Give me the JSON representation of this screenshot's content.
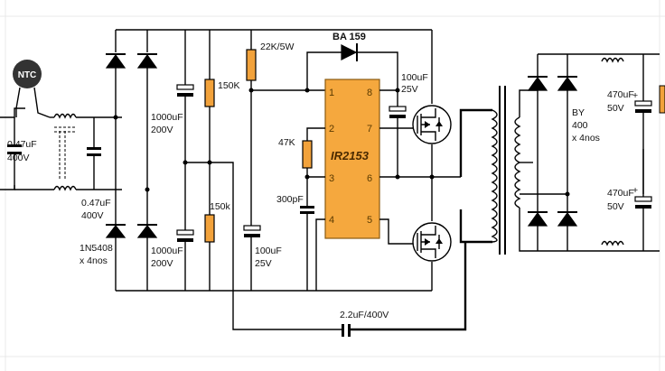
{
  "ntc": {
    "label": "NTC"
  },
  "cap_input": {
    "value": "0.47uF",
    "voltage": "400V"
  },
  "cap_filter": {
    "value": "0.47uF",
    "voltage": "400V"
  },
  "bridge_rectifier": {
    "part": "1N5408",
    "qty": "x 4nos"
  },
  "cap_top_bulk": {
    "value": "1000uF",
    "voltage": "200V"
  },
  "cap_bottom_bulk": {
    "value": "1000uF",
    "voltage": "200V"
  },
  "res_top": {
    "value": "150K"
  },
  "res_bottom": {
    "value": "150k"
  },
  "res_supply": {
    "value": "22K/5W"
  },
  "diode_boot": {
    "part": "BA 159"
  },
  "cap_boot": {
    "value": "100uF",
    "voltage": "25V"
  },
  "cap_vcc": {
    "value": "100uF",
    "voltage": "25V"
  },
  "res_timing": {
    "value": "47K"
  },
  "cap_timing": {
    "value": "300pF"
  },
  "ic": {
    "name": "IR2153",
    "pins": [
      "1",
      "2",
      "3",
      "4",
      "5",
      "6",
      "7",
      "8"
    ]
  },
  "cap_coupling": {
    "value": "2.2uF/400V"
  },
  "out_rectifier": {
    "part": "BY",
    "rating": "400",
    "qty": "x 4nos"
  },
  "cap_out_top": {
    "value": "470uF",
    "voltage": "50V"
  },
  "cap_out_bottom": {
    "value": "470uF",
    "voltage": "50V"
  }
}
